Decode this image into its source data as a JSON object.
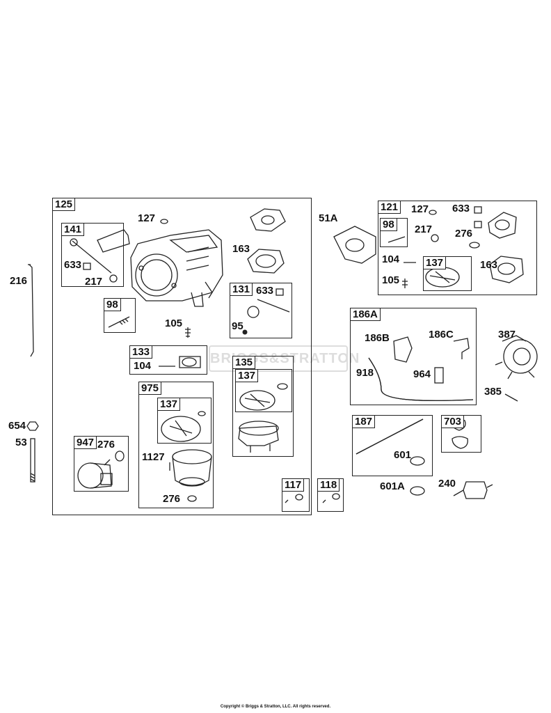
{
  "watermark": "BRIGGS&STRATTON",
  "copyright": "Copyright © Briggs & Stratton, LLC. All rights reserved.",
  "groups": {
    "g125": "125",
    "g141": "141",
    "g98a": "98",
    "g133": "133",
    "g131": "131",
    "g135": "135",
    "g137a": "137",
    "g975": "975",
    "g137b": "137",
    "g947": "947",
    "g117": "117",
    "g118": "118",
    "g121": "121",
    "g98b": "98",
    "g137c": "137",
    "g186A": "186A",
    "g187": "187",
    "g703": "703"
  },
  "labels": {
    "l216": "216",
    "l654": "654",
    "l53": "53",
    "l127a": "127",
    "l163a": "163",
    "l633a": "633",
    "l217a": "217",
    "l105a": "105",
    "l633b": "633",
    "l95": "95",
    "l104a": "104",
    "l276a": "276",
    "l1127": "1127",
    "l276b": "276",
    "l51A": "51A",
    "l127b": "127",
    "l633c": "633",
    "l217b": "217",
    "l276c": "276",
    "l104b": "104",
    "l163b": "163",
    "l105b": "105",
    "l186B": "186B",
    "l186C": "186C",
    "l387": "387",
    "l918": "918",
    "l964": "964",
    "l385": "385",
    "l601": "601",
    "l601A": "601A",
    "l240": "240"
  }
}
